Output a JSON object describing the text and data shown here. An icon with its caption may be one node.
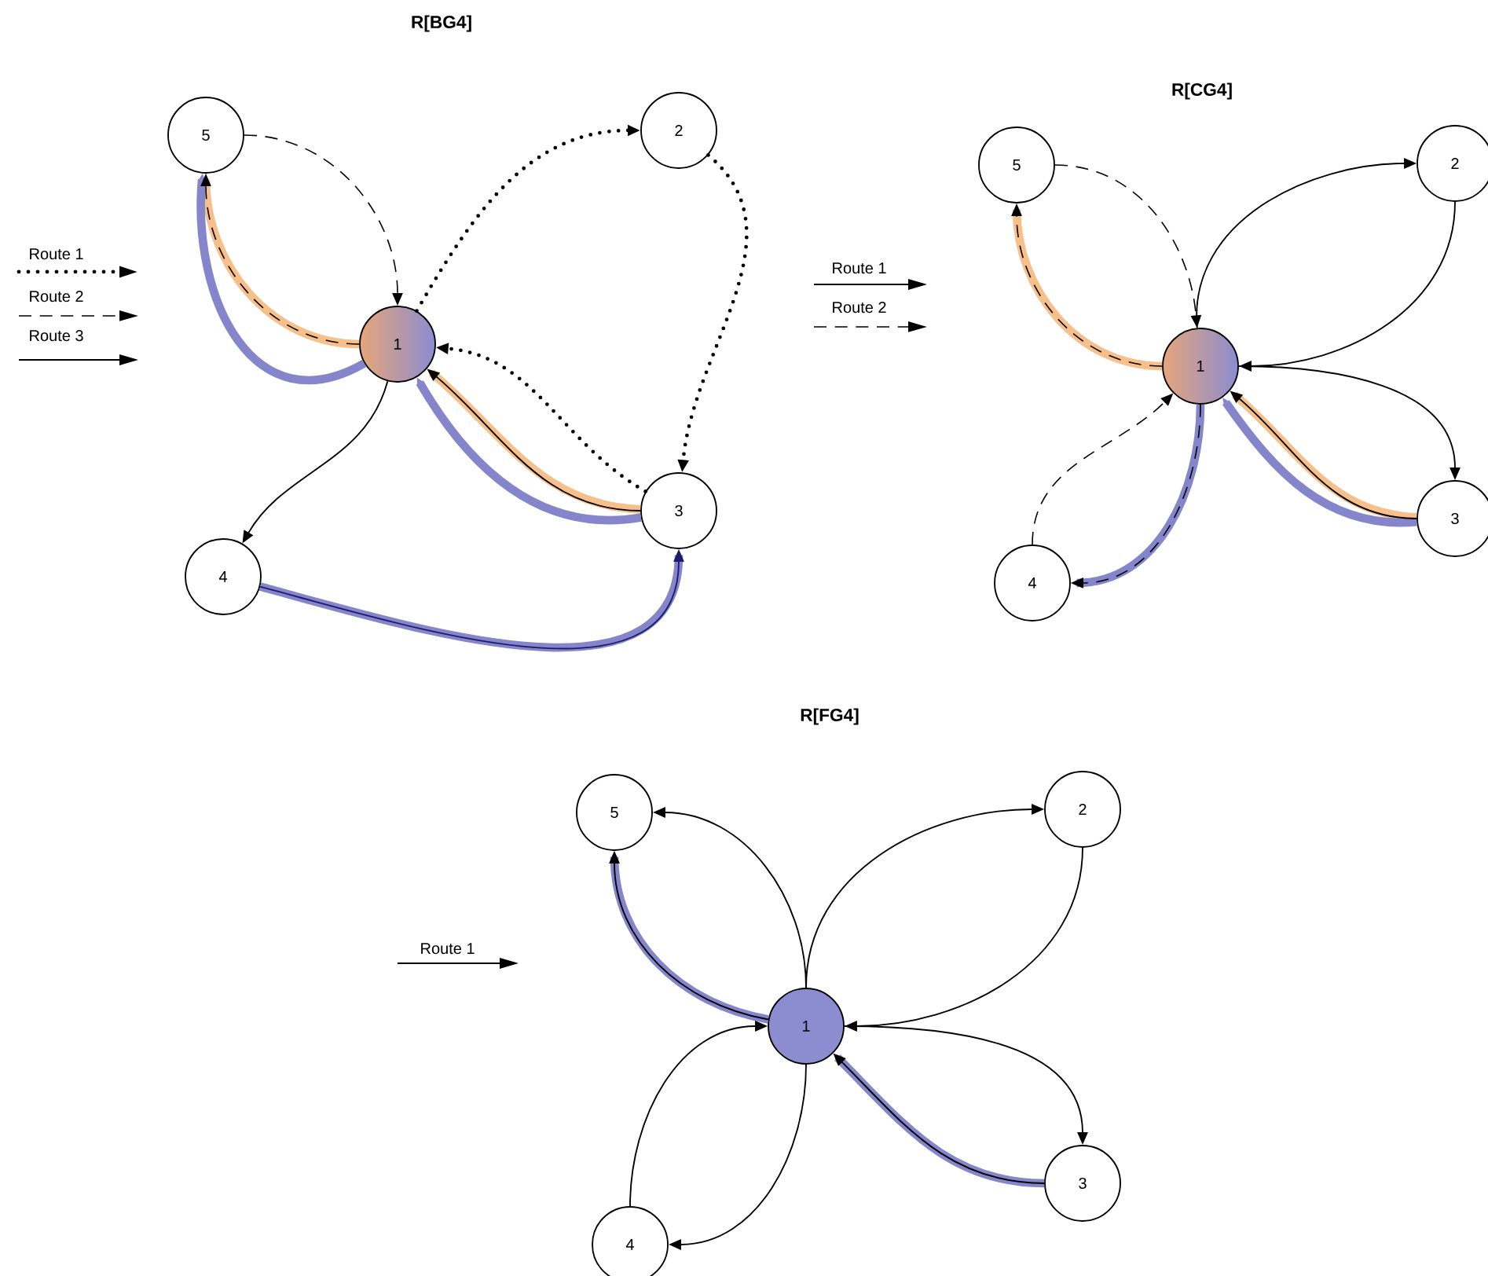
{
  "diagram": {
    "nodes": [
      {
        "text": [
          "1"
        ]
      },
      {
        "text": [
          "2"
        ]
      },
      {
        "text": [
          "3"
        ]
      },
      {
        "text": [
          "4"
        ]
      },
      {
        "text": [
          "5"
        ]
      },
      {
        "text": [
          "1"
        ]
      },
      {
        "text": [
          "2"
        ]
      },
      {
        "text": [
          "3"
        ]
      },
      {
        "text": [
          "4"
        ]
      },
      {
        "text": [
          "5"
        ]
      },
      {
        "text": [
          "1"
        ]
      },
      {
        "text": [
          "2"
        ]
      },
      {
        "text": [
          "3"
        ]
      },
      {
        "text": [
          "4"
        ]
      },
      {
        "text": [
          "5"
        ]
      }
    ],
    "edges": [
      {
        "from": 4,
        "to": 0,
        "arrow": "to",
        "style": "dashed"
      },
      {
        "from": 0,
        "to": 1,
        "arrow": "to",
        "style": "dashed"
      },
      {
        "from": 1,
        "to": 2,
        "arrow": "to",
        "style": "dashed"
      },
      {
        "from": 2,
        "to": 0,
        "arrow": "to",
        "style": "dashed"
      },
      {
        "from": 0,
        "to": 3,
        "arrow": "to"
      },
      {
        "from": 0,
        "to": 4,
        "arrow": "to",
        "style": "dashed"
      },
      {
        "from": 2,
        "to": 0,
        "arrow": "to"
      },
      {
        "from": 3,
        "to": 2,
        "arrow": "to",
        "color": "#1c1c6b"
      },
      {
        "from": 0,
        "to": 4,
        "arrow": "to",
        "style": "thick",
        "color": "#f7c08a"
      },
      {
        "from": 2,
        "to": 0,
        "arrow": "to",
        "style": "thick",
        "color": "#f7c08a"
      },
      {
        "from": 0,
        "to": 4,
        "arrow": "to",
        "style": "thick",
        "color": "#8585cc"
      },
      {
        "from": 2,
        "to": 0,
        "arrow": "to",
        "style": "thick",
        "color": "#8585cc"
      },
      {
        "from": 3,
        "to": 2,
        "arrow": "to",
        "style": "thick",
        "color": "#8585cc"
      },
      {
        "from": 9,
        "to": 5,
        "arrow": "to",
        "style": "dashed"
      },
      {
        "from": 5,
        "to": 6,
        "arrow": "to"
      },
      {
        "from": 6,
        "to": 5,
        "arrow": "to"
      },
      {
        "from": 5,
        "to": 7,
        "arrow": "to"
      },
      {
        "from": 7,
        "to": 5,
        "arrow": "to"
      },
      {
        "from": 8,
        "to": 5,
        "arrow": "to",
        "style": "dashed"
      },
      {
        "from": 5,
        "to": 8,
        "arrow": "to",
        "style": "dashed"
      },
      {
        "from": 5,
        "to": 9,
        "arrow": "to",
        "style": "dashed"
      },
      {
        "from": 5,
        "to": 9,
        "arrow": "to",
        "style": "thick",
        "color": "#f7c08a"
      },
      {
        "from": 7,
        "to": 5,
        "arrow": "to",
        "style": "thick",
        "color": "#f7c08a"
      },
      {
        "from": 7,
        "to": 5,
        "arrow": "to",
        "style": "thick",
        "color": "#8585cc"
      },
      {
        "from": 5,
        "to": 8,
        "arrow": "to",
        "style": "thick",
        "color": "#8585cc"
      },
      {
        "from": 10,
        "to": 14,
        "arrow": "to"
      },
      {
        "from": 10,
        "to": 14,
        "arrow": "to"
      },
      {
        "from": 10,
        "to": 11,
        "arrow": "to"
      },
      {
        "from": 11,
        "to": 10,
        "arrow": "to"
      },
      {
        "from": 10,
        "to": 12,
        "arrow": "to"
      },
      {
        "from": 12,
        "to": 10,
        "arrow": "to"
      },
      {
        "from": 13,
        "to": 10,
        "arrow": "to"
      },
      {
        "from": 10,
        "to": 13,
        "arrow": "to"
      },
      {
        "from": 10,
        "to": 14,
        "arrow": "to",
        "style": "thick",
        "color": "#8585cc"
      },
      {
        "from": 12,
        "to": 10,
        "arrow": "to",
        "style": "thick",
        "color": "#8585cc"
      }
    ],
    "labels": [
      "R[BG4]",
      "R[CG4]",
      "R[FG4]"
    ],
    "legend": [
      {
        "text": "Route 1"
      },
      {
        "text": "Route 2"
      },
      {
        "text": "Route 3"
      },
      {
        "text": "Route 1"
      },
      {
        "text": "Route 2"
      },
      {
        "text": "Route 1"
      }
    ]
  }
}
